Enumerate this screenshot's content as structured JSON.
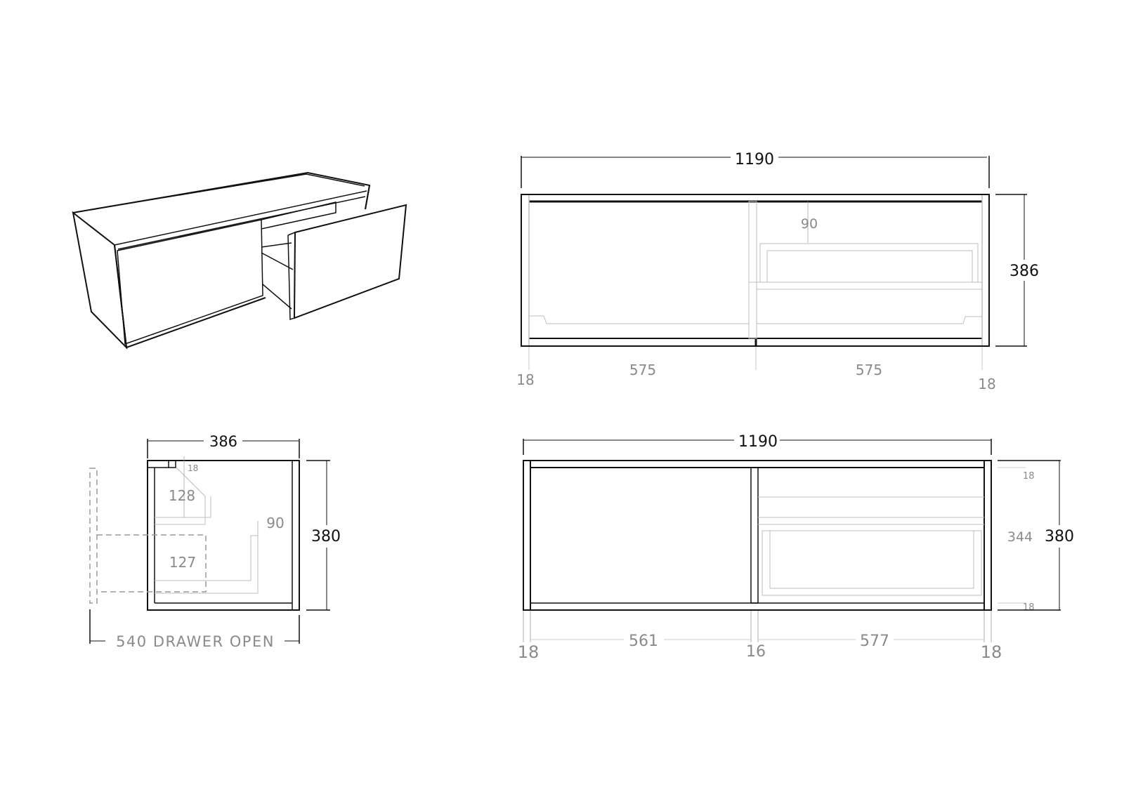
{
  "drawing": {
    "isometric_view": {
      "label": "cabinet-isometric",
      "fronts": [
        "fluted-door-left",
        "drawer-front-open-right"
      ]
    },
    "front_view": {
      "overall_width": "1190",
      "overall_height": "386",
      "inner_drawer_offset": "90",
      "bottom_dims": [
        "18",
        "575",
        "575",
        "18"
      ]
    },
    "side_view": {
      "overall_depth": "386",
      "overall_height": "380",
      "top_rail": "18",
      "upper_internal": "128",
      "lower_internal": "127",
      "drawer_offset": "90",
      "drawer_open": "540 DRAWER OPEN"
    },
    "section_view": {
      "overall_width": "1190",
      "overall_height": "380",
      "inner_height": "344",
      "top_panel": "18",
      "bottom_panel": "18",
      "bottom_dims": [
        "18",
        "561",
        "16",
        "577",
        "18"
      ]
    }
  }
}
